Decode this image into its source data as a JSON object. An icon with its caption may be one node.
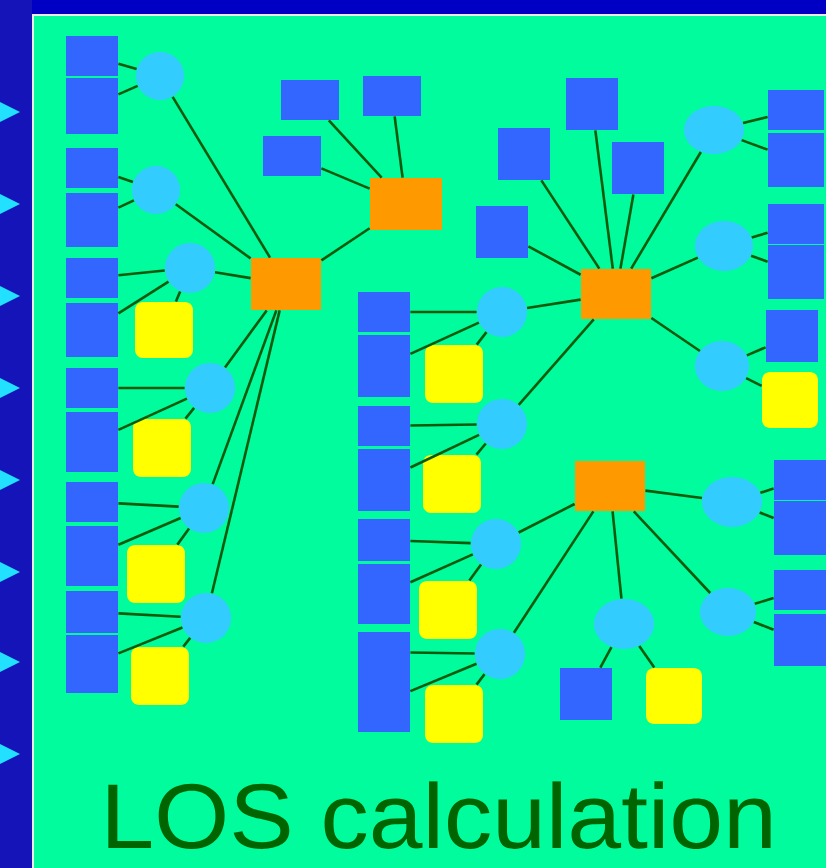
{
  "diagram": {
    "nodes": [
      {
        "text": [],
        "shape": "box"
      },
      {
        "text": [],
        "shape": "box"
      },
      {
        "text": [],
        "shape": "box"
      },
      {
        "text": [],
        "shape": "box"
      },
      {
        "text": [],
        "shape": "box"
      },
      {
        "text": [],
        "shape": "box"
      },
      {
        "text": [],
        "shape": "box"
      },
      {
        "text": [],
        "shape": "box"
      },
      {
        "text": [],
        "shape": "box"
      },
      {
        "text": [],
        "shape": "box"
      },
      {
        "text": [],
        "shape": "box"
      },
      {
        "text": [],
        "shape": "box"
      },
      {
        "text": [],
        "shape": "circle"
      },
      {
        "text": [],
        "shape": "circle"
      },
      {
        "text": [],
        "shape": "circle"
      },
      {
        "text": [],
        "shape": "circle"
      },
      {
        "text": [],
        "shape": "circle"
      },
      {
        "text": [],
        "shape": "circle"
      },
      {
        "text": [],
        "shape": "square"
      },
      {
        "text": [],
        "shape": "square"
      },
      {
        "text": [],
        "shape": "square"
      },
      {
        "text": [],
        "shape": "square"
      },
      {
        "text": [],
        "shape": "octagon"
      },
      {
        "text": [],
        "shape": "octagon"
      },
      {
        "text": [],
        "shape": "box"
      },
      {
        "text": [],
        "shape": "box"
      },
      {
        "text": [],
        "shape": "box"
      },
      {
        "text": [],
        "shape": "box"
      },
      {
        "text": [],
        "shape": "box"
      },
      {
        "text": [],
        "shape": "box"
      },
      {
        "text": [],
        "shape": "box"
      },
      {
        "text": [],
        "shape": "box"
      },
      {
        "text": [],
        "shape": "box"
      },
      {
        "text": [],
        "shape": "box"
      },
      {
        "text": [],
        "shape": "box"
      },
      {
        "text": [],
        "shape": "circle"
      },
      {
        "text": [],
        "shape": "circle"
      },
      {
        "text": [],
        "shape": "circle"
      },
      {
        "text": [],
        "shape": "circle"
      },
      {
        "text": [],
        "shape": "square"
      },
      {
        "text": [],
        "shape": "square"
      },
      {
        "text": [],
        "shape": "square"
      },
      {
        "text": [],
        "shape": "square"
      },
      {
        "text": [],
        "shape": "octagon"
      },
      {
        "text": [],
        "shape": "octagon"
      },
      {
        "text": [],
        "shape": "box"
      },
      {
        "text": [],
        "shape": "box"
      },
      {
        "text": [],
        "shape": "box"
      },
      {
        "text": [],
        "shape": "box"
      },
      {
        "text": [],
        "shape": "circle"
      },
      {
        "text": [],
        "shape": "circle"
      },
      {
        "text": [],
        "shape": "circle"
      },
      {
        "text": [],
        "shape": "box"
      },
      {
        "text": [],
        "shape": "box"
      },
      {
        "text": [],
        "shape": "box"
      },
      {
        "text": [],
        "shape": "box"
      },
      {
        "text": [],
        "shape": "box"
      },
      {
        "text": [],
        "shape": "square"
      },
      {
        "text": [],
        "shape": "circle"
      },
      {
        "text": [],
        "shape": "circle"
      },
      {
        "text": [],
        "shape": "circle"
      },
      {
        "text": [],
        "shape": "box"
      },
      {
        "text": [],
        "shape": "box"
      },
      {
        "text": [],
        "shape": "box"
      },
      {
        "text": [],
        "shape": "box"
      },
      {
        "text": [],
        "shape": "box"
      },
      {
        "text": [],
        "shape": "square"
      }
    ],
    "edges": [
      {
        "from": 12,
        "to": 0,
        "arrow": "none"
      },
      {
        "from": 12,
        "to": 1,
        "arrow": "none"
      },
      {
        "from": 12,
        "to": 22,
        "arrow": "none"
      },
      {
        "from": 13,
        "to": 2,
        "arrow": "none"
      },
      {
        "from": 13,
        "to": 3,
        "arrow": "none"
      },
      {
        "from": 13,
        "to": 22,
        "arrow": "none"
      },
      {
        "from": 14,
        "to": 4,
        "arrow": "none"
      },
      {
        "from": 14,
        "to": 5,
        "arrow": "none"
      },
      {
        "from": 14,
        "to": 18,
        "arrow": "none"
      },
      {
        "from": 14,
        "to": 22,
        "arrow": "none"
      },
      {
        "from": 15,
        "to": 6,
        "arrow": "none"
      },
      {
        "from": 15,
        "to": 7,
        "arrow": "none"
      },
      {
        "from": 15,
        "to": 19,
        "arrow": "none"
      },
      {
        "from": 15,
        "to": 22,
        "arrow": "none"
      },
      {
        "from": 16,
        "to": 8,
        "arrow": "none"
      },
      {
        "from": 16,
        "to": 9,
        "arrow": "none"
      },
      {
        "from": 16,
        "to": 20,
        "arrow": "none"
      },
      {
        "from": 16,
        "to": 22,
        "arrow": "none"
      },
      {
        "from": 17,
        "to": 10,
        "arrow": "none"
      },
      {
        "from": 17,
        "to": 11,
        "arrow": "none"
      },
      {
        "from": 17,
        "to": 21,
        "arrow": "none"
      },
      {
        "from": 17,
        "to": 22,
        "arrow": "none"
      },
      {
        "from": 22,
        "to": 23,
        "arrow": "none"
      },
      {
        "from": 23,
        "to": 24,
        "arrow": "none"
      },
      {
        "from": 23,
        "to": 25,
        "arrow": "none"
      },
      {
        "from": 23,
        "to": 26,
        "arrow": "none"
      },
      {
        "from": 35,
        "to": 27,
        "arrow": "none"
      },
      {
        "from": 35,
        "to": 28,
        "arrow": "none"
      },
      {
        "from": 35,
        "to": 39,
        "arrow": "none"
      },
      {
        "from": 35,
        "to": 43,
        "arrow": "none"
      },
      {
        "from": 36,
        "to": 29,
        "arrow": "none"
      },
      {
        "from": 36,
        "to": 30,
        "arrow": "none"
      },
      {
        "from": 36,
        "to": 40,
        "arrow": "none"
      },
      {
        "from": 36,
        "to": 43,
        "arrow": "none"
      },
      {
        "from": 37,
        "to": 31,
        "arrow": "none"
      },
      {
        "from": 37,
        "to": 32,
        "arrow": "none"
      },
      {
        "from": 37,
        "to": 41,
        "arrow": "none"
      },
      {
        "from": 37,
        "to": 44,
        "arrow": "none"
      },
      {
        "from": 38,
        "to": 33,
        "arrow": "none"
      },
      {
        "from": 38,
        "to": 34,
        "arrow": "none"
      },
      {
        "from": 38,
        "to": 42,
        "arrow": "none"
      },
      {
        "from": 38,
        "to": 44,
        "arrow": "none"
      },
      {
        "from": 43,
        "to": 45,
        "arrow": "none"
      },
      {
        "from": 43,
        "to": 46,
        "arrow": "none"
      },
      {
        "from": 43,
        "to": 47,
        "arrow": "none"
      },
      {
        "from": 43,
        "to": 48,
        "arrow": "none"
      },
      {
        "from": 43,
        "to": 49,
        "arrow": "none"
      },
      {
        "from": 43,
        "to": 50,
        "arrow": "none"
      },
      {
        "from": 43,
        "to": 51,
        "arrow": "none"
      },
      {
        "from": 49,
        "to": 52,
        "arrow": "none"
      },
      {
        "from": 49,
        "to": 53,
        "arrow": "none"
      },
      {
        "from": 50,
        "to": 54,
        "arrow": "none"
      },
      {
        "from": 50,
        "to": 55,
        "arrow": "none"
      },
      {
        "from": 51,
        "to": 56,
        "arrow": "none"
      },
      {
        "from": 51,
        "to": 57,
        "arrow": "none"
      },
      {
        "from": 44,
        "to": 58,
        "arrow": "none"
      },
      {
        "from": 44,
        "to": 59,
        "arrow": "none"
      },
      {
        "from": 44,
        "to": 60,
        "arrow": "none"
      },
      {
        "from": 58,
        "to": 61,
        "arrow": "none"
      },
      {
        "from": 58,
        "to": 62,
        "arrow": "none"
      },
      {
        "from": 60,
        "to": 63,
        "arrow": "none"
      },
      {
        "from": 60,
        "to": 64,
        "arrow": "none"
      },
      {
        "from": 59,
        "to": 65,
        "arrow": "none"
      },
      {
        "from": 59,
        "to": 66,
        "arrow": "none"
      }
    ],
    "labels": [
      "LOS calculation"
    ]
  }
}
